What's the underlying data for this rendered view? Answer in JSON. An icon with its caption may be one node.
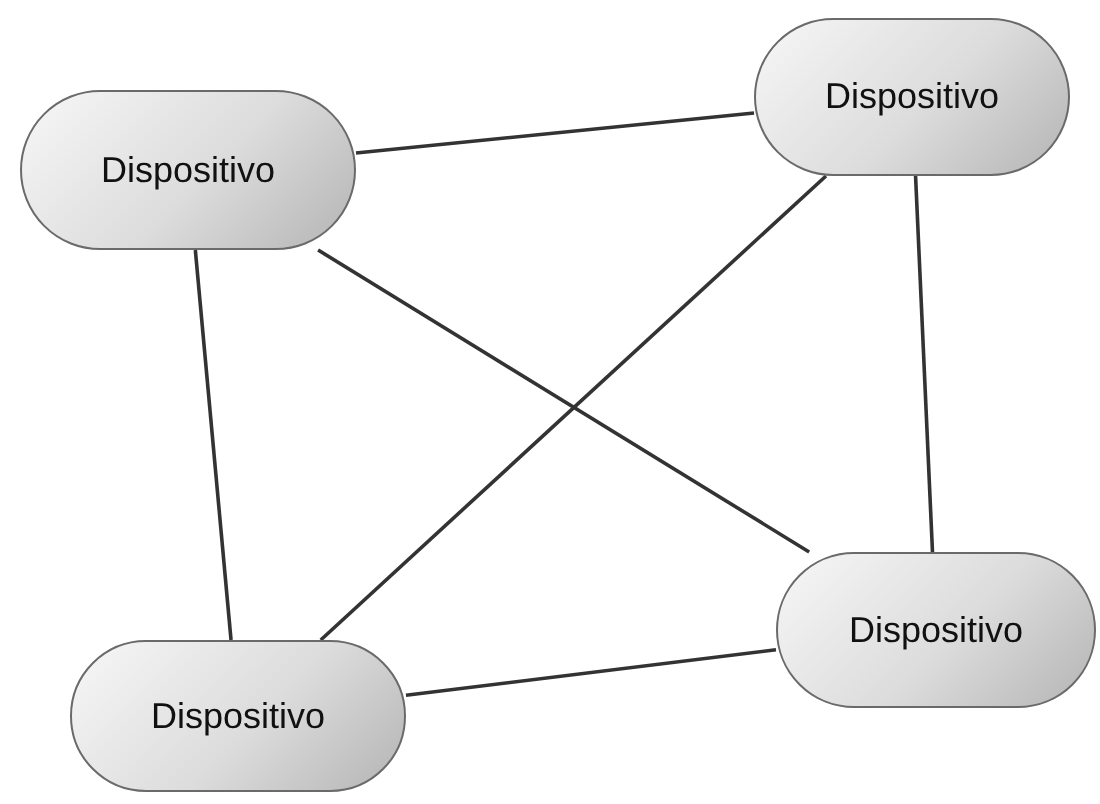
{
  "diagram": {
    "nodes": [
      {
        "text": [
          "Dispositivo"
        ]
      },
      {
        "text": [
          "Dispositivo"
        ]
      },
      {
        "text": [
          "Dispositivo"
        ]
      },
      {
        "text": [
          "Dispositivo"
        ]
      }
    ],
    "edges": [
      {
        "from": 0,
        "to": 1,
        "arrow": "none"
      },
      {
        "from": 0,
        "to": 2,
        "arrow": "none"
      },
      {
        "from": 0,
        "to": 3,
        "arrow": "none"
      },
      {
        "from": 1,
        "to": 3,
        "arrow": "none"
      },
      {
        "from": 1,
        "to": 2,
        "arrow": "none"
      },
      {
        "from": 2,
        "to": 3,
        "arrow": "none"
      }
    ]
  }
}
